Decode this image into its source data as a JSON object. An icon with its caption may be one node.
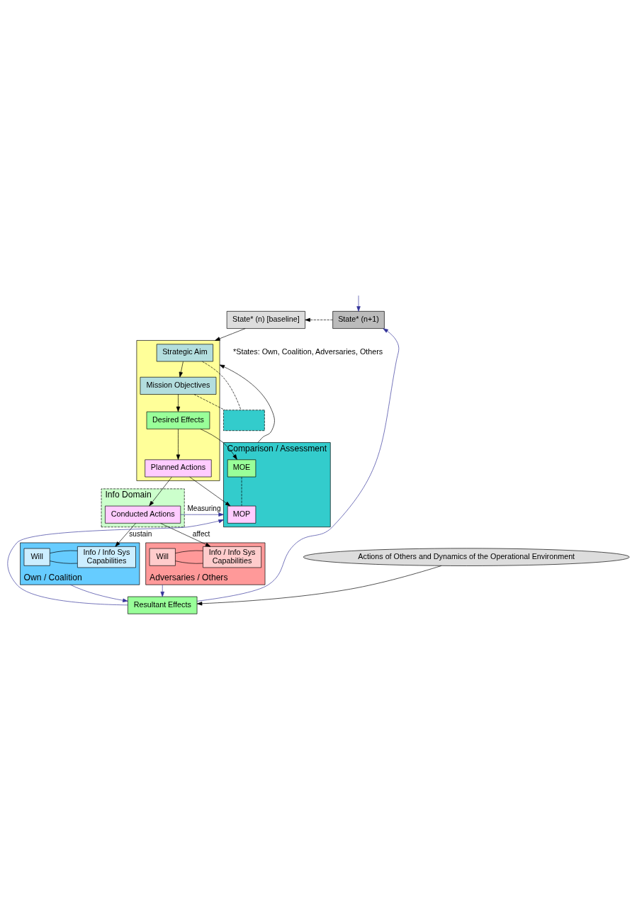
{
  "diagram": {
    "nodes": [
      {
        "text": [
          "State* (n) [baseline]"
        ]
      },
      {
        "text": [
          "State* (n+1)"
        ]
      },
      {
        "text": [],
        "shape": "box"
      },
      {
        "text": [
          "Strategic Aim"
        ],
        "in": 2
      },
      {
        "text": [
          "Mission Objectives"
        ],
        "in": 2
      },
      {
        "text": [
          "Desired Effects"
        ],
        "in": 2
      },
      {
        "text": [
          "Planned Actions"
        ],
        "in": 2
      },
      {
        "text": [
          "Info Domain"
        ]
      },
      {
        "text": [],
        "shape": "box"
      },
      {
        "text": [
          "Comparison / Assessment"
        ]
      },
      {
        "text": [
          "MOE"
        ],
        "in": 9
      },
      {
        "text": [
          "MOP"
        ],
        "in": 9
      },
      {
        "text": [
          "Conducted Actions"
        ],
        "in": 7
      },
      {
        "text": [
          "Own / Coalition"
        ]
      },
      {
        "text": [
          "Will"
        ],
        "in": 13
      },
      {
        "text": [
          "Info / Info Sys",
          "Capabilities"
        ],
        "in": 13
      },
      {
        "text": [
          "Adversaries / Others"
        ]
      },
      {
        "text": [
          "Will"
        ],
        "in": 16
      },
      {
        "text": [
          "Info / Info Sys",
          "Capabilities"
        ],
        "in": 16
      },
      {
        "text": [
          "Resultant Effects"
        ]
      },
      {
        "text": [
          "Actions of Others and Dynamics of the Operational Environment"
        ]
      }
    ],
    "edges": [
      {
        "from": 1,
        "to": 0,
        "arrow": "to",
        "style": "dashed"
      },
      {
        "from": null,
        "to": 1,
        "arrow": "to",
        "color": "#333399"
      },
      {
        "from": 0,
        "to": 2,
        "arrow": "to"
      },
      {
        "from": 9,
        "to": 2,
        "arrow": "to"
      },
      {
        "from": 3,
        "to": 4,
        "arrow": "to"
      },
      {
        "from": 4,
        "to": 5,
        "arrow": "to"
      },
      {
        "from": 5,
        "to": 6,
        "arrow": "to"
      },
      {
        "from": 3,
        "to": 8,
        "arrow": "none",
        "style": "dashed"
      },
      {
        "from": 4,
        "to": 8,
        "arrow": "none",
        "style": "dashed"
      },
      {
        "from": 5,
        "to": 10,
        "arrow": "to"
      },
      {
        "from": 6,
        "to": 11,
        "arrow": "to"
      },
      {
        "from": 10,
        "to": 11,
        "arrow": "none",
        "style": "dashed"
      },
      {
        "from": 6,
        "to": 12,
        "arrow": "to"
      },
      {
        "from": 12,
        "to": 15,
        "arrow": "to",
        "label": "sustain"
      },
      {
        "from": 12,
        "to": 18,
        "arrow": "to",
        "label": "affect"
      },
      {
        "from": 14,
        "to": 15,
        "arrow": "none"
      },
      {
        "from": 14,
        "to": 15,
        "arrow": "none"
      },
      {
        "from": 17,
        "to": 18,
        "arrow": "none"
      },
      {
        "from": 17,
        "to": 18,
        "arrow": "none"
      },
      {
        "from": 12,
        "to": 9,
        "arrow": "to",
        "label": "Measuring",
        "color": "#333399"
      },
      {
        "from": 19,
        "to": 9,
        "arrow": "to",
        "color": "#333399"
      },
      {
        "from": 13,
        "to": 19,
        "arrow": "to",
        "color": "#333399"
      },
      {
        "from": 16,
        "to": 19,
        "arrow": "to",
        "color": "#333399"
      },
      {
        "from": 20,
        "to": 19,
        "arrow": "to"
      },
      {
        "from": 19,
        "to": 1,
        "arrow": "to",
        "color": "#333399"
      }
    ],
    "labels": [
      "*States: Own, Coalition, Adversaries, Others"
    ]
  }
}
